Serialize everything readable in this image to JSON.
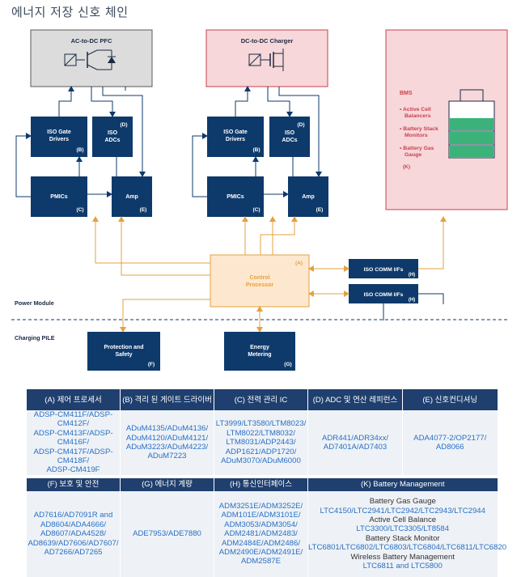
{
  "title": "에너지 저장 신호 체인",
  "diagram": {
    "ac_dc_pfc": "AC-to-DC PFC",
    "dc_dc_charger": "DC-to-DC Charger",
    "left": {
      "iso_gate": [
        "ISO Gate",
        "Drivers"
      ],
      "iso_gate_tag": "(B)",
      "iso_adc": [
        "ISO",
        "ADCs"
      ],
      "iso_adc_tag": "(D)",
      "pmics": "PMICs",
      "pmics_tag": "(C)",
      "amp": "Amp",
      "amp_tag": "(E)"
    },
    "right": {
      "iso_gate": [
        "ISO Gate",
        "Drivers"
      ],
      "iso_gate_tag": "(B)",
      "iso_adc": [
        "ISO",
        "ADCs"
      ],
      "iso_adc_tag": "(D)",
      "pmics": "PMICs",
      "pmics_tag": "(C)",
      "amp": "Amp",
      "amp_tag": "(E)"
    },
    "bms": {
      "title": "BMS",
      "items": [
        [
          "Active Cell",
          "Balancers"
        ],
        [
          "Battery Stack",
          "Monitors"
        ],
        [
          "Battery Gas",
          "Gauge"
        ]
      ],
      "tag": "(K)"
    },
    "control": [
      "Control",
      "Processor"
    ],
    "control_tag": "(A)",
    "iso_comm_1": "ISO COMM I/Fs",
    "iso_comm_1_tag": "(H)",
    "iso_comm_2": "ISO COMM I/Fs",
    "iso_comm_2_tag": "(H)",
    "power_module": "Power Module",
    "charging_pile": "Charging PILE",
    "protection": [
      "Protection and",
      "Safety"
    ],
    "protection_tag": "(F)",
    "energy": [
      "Energy",
      "Metering"
    ],
    "energy_tag": "(G)",
    "colors": {
      "navy": "#0e3a6b",
      "orange": "#e6a040",
      "pink_fill": "#f7d7d9",
      "pink_border": "#c9414f",
      "gray_fill": "#dcdcdc",
      "control_fill": "#fde8cf",
      "green": "#3bb27a"
    }
  },
  "table": {
    "row1_headers": [
      "(A) 제어 프로세서",
      "(B) 격리 된 게이트 드라이버",
      "(C) 전력 관리 IC",
      "(D) ADC 및 연산 레피런스",
      "(E) 신호컨디셔닝"
    ],
    "row1_cells": [
      [
        "ADSP-CM411F/ADSP-CM412F/",
        "ADSP-CM413F/ADSP-CM416F/",
        "ADSP-CM417F/ADSP-CM418F/",
        "ADSP-CM419F"
      ],
      [
        "ADuM4135/ADuM4136/",
        "ADuM4120/ADuM4121/",
        "ADuM3223/ADuM4223/",
        "ADuM7223"
      ],
      [
        "LT3999/LT3580/LTM8023/",
        "LTM8022/LTM8032/",
        "LTM8031/ADP2443/",
        "ADP1621/ADP1720/",
        "ADuM3070/ADuM6000"
      ],
      [
        "ADR441/ADR34xx/",
        "AD7401A/AD7403"
      ],
      [
        "ADA4077-2/OP2177/",
        "AD8066"
      ]
    ],
    "row2_headers": [
      "(F) 보호 및 안전",
      "(G) 에너지 계량",
      "(H) 통신인터페이스",
      "(K) Battery Management"
    ],
    "row2_f": [
      "AD7616/AD7091R and",
      "AD8604/ADA4666/",
      "AD8607/ADA4528/",
      "AD8639/AD7606/AD7607/",
      "AD7266/AD7265"
    ],
    "row2_g": [
      "ADE7953/ADE7880"
    ],
    "row2_h": [
      "ADM3251E/ADM3252E/",
      "ADM101E/ADM3101E/",
      "ADM3053/ADM3054/",
      "ADM2481/ADM2483/",
      "ADM2484E/ADM2486/",
      "ADM2490E/ADM2491E/",
      "ADM2587E"
    ],
    "row2_k": [
      {
        "t": "Battery Gas Gauge",
        "sub": true
      },
      {
        "t": "LTC4150/LTC2941/LTC2942/LTC2943/LTC2944",
        "sub": false
      },
      {
        "t": "Active Cell Balance",
        "sub": true
      },
      {
        "t": "LTC3300/LTC3305/LT8584",
        "sub": false
      },
      {
        "t": "Battery Stack Monitor",
        "sub": true
      },
      {
        "t": "LTC6801/LTC6802/LTC6803/LTC6804/LTC6811/LTC6820",
        "sub": false
      },
      {
        "t": "Wireless Battery Management",
        "sub": true
      },
      {
        "t": "LTC6811 and LTC5800",
        "sub": false
      }
    ]
  }
}
